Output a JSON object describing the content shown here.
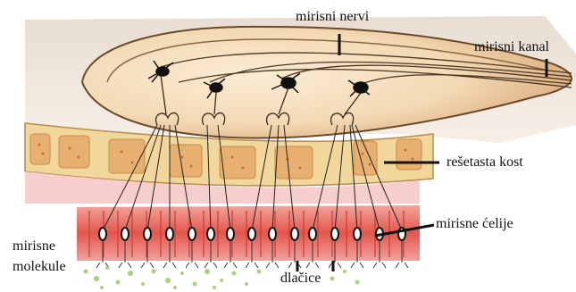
{
  "labels": {
    "olfactory_nerves": "mirisni nervi",
    "olfactory_canal": "mirisni kanal",
    "cribriform_bone": "rešetasta kost",
    "olfactory_cells": "mirisne ćelije",
    "odor_molecules_line1": "mirisne",
    "odor_molecules_line2": "molekule",
    "cilia": "dlačice"
  },
  "colors": {
    "bulb": "#f3d9b4",
    "bulb_outline": "#6b4a2a",
    "bone": "#f2d79c",
    "bone_spots": "#d9894a",
    "tissue_pink": "#f6c9c9",
    "epithelium_red": "#e2574c",
    "molecules": "#9cc96a",
    "neuron": "#111111"
  }
}
